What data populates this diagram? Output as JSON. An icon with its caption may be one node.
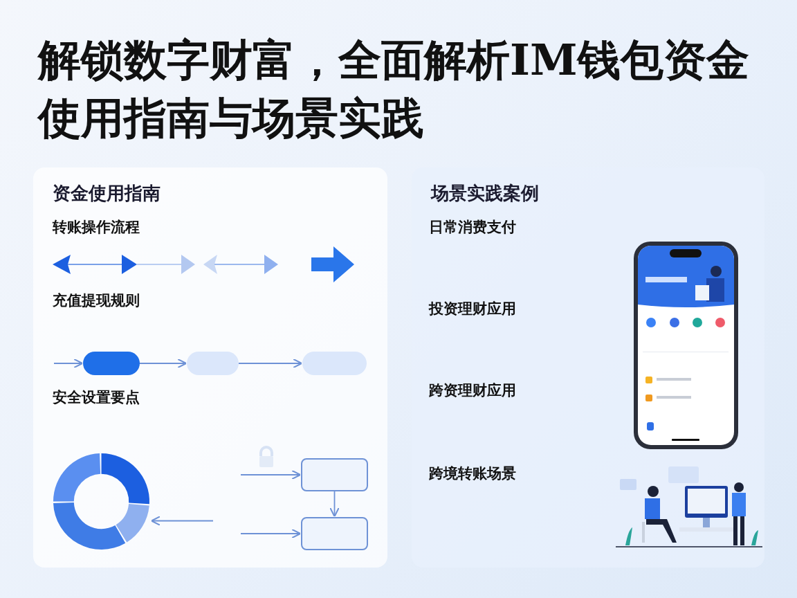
{
  "diagram": {
    "title": "解锁数字财富，全面解析IM钱包资金使用指南与场景实践",
    "nodes": [
      {
        "text": [
          "资金使用指南"
        ]
      },
      {
        "text": [
          "场景实践案例"
        ]
      },
      {
        "text": [],
        "shape": "box",
        "in": 0
      },
      {
        "text": [],
        "shape": "box",
        "in": 0
      },
      {
        "text": [],
        "shape": "box",
        "in": 0
      },
      {
        "text": [],
        "shape": "box",
        "in": 0
      },
      {
        "text": [],
        "shape": "box",
        "in": 0
      },
      {
        "text": [],
        "shape": "picture",
        "in": 0
      }
    ],
    "edges": [
      {
        "from": null,
        "to": 2,
        "arrow": "to"
      },
      {
        "from": 2,
        "to": 3,
        "arrow": "to"
      },
      {
        "from": 3,
        "to": 4,
        "arrow": "to"
      },
      {
        "from": null,
        "to": 5,
        "arrow": "to"
      },
      {
        "from": 5,
        "to": 6,
        "arrow": "to"
      },
      {
        "from": null,
        "to": 6,
        "arrow": "to"
      },
      {
        "from": null,
        "to": 7,
        "arrow": "to"
      }
    ],
    "labels": [
      "转账操作流程",
      "充值提现规则",
      "安全设置要点",
      "日常消费支付",
      "投资理财应用",
      "跨资理财应用",
      "跨境转账场景"
    ]
  }
}
